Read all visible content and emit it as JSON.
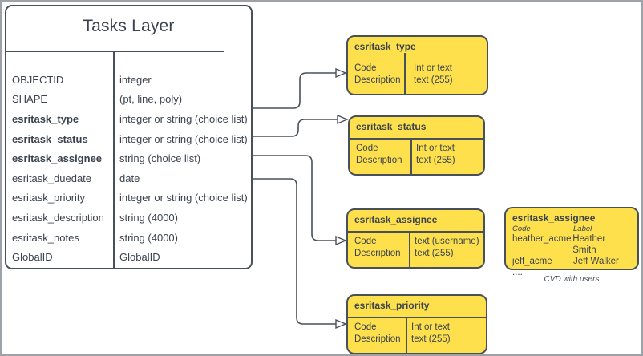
{
  "colors": {
    "yellow": "#fde04c",
    "stroke": "#485059",
    "frame_border": "#9da2a8",
    "background": "#ffffff"
  },
  "tasks_layer": {
    "title": "Tasks Layer",
    "fields": [
      {
        "name": "OBJECTID",
        "type": "integer",
        "bold": false
      },
      {
        "name": "SHAPE",
        "type": "(pt, line, poly)",
        "bold": false
      },
      {
        "name": "esritask_type",
        "type": "integer or string (choice list)",
        "bold": true
      },
      {
        "name": "esritask_status",
        "type": "integer or string (choice list)",
        "bold": true
      },
      {
        "name": "esritask_assignee",
        "type": "string (choice list)",
        "bold": true
      },
      {
        "name": "esritask_duedate",
        "type": "date",
        "bold": false
      },
      {
        "name": "esritask_priority",
        "type": "integer or string (choice list)",
        "bold": false
      },
      {
        "name": "esritask_description",
        "type": "string (4000)",
        "bold": false
      },
      {
        "name": "esritask_notes",
        "type": "string (4000)",
        "bold": false
      },
      {
        "name": "GlobalID",
        "type": "GlobalID",
        "bold": false
      }
    ]
  },
  "domain_tables": [
    {
      "title": "esritask_type",
      "left": [
        "Code",
        "Description"
      ],
      "right": [
        "Int or text",
        "text (255)"
      ]
    },
    {
      "title": "esritask_status",
      "left": [
        "Code",
        "Description"
      ],
      "right": [
        "Int or text",
        "text (255)"
      ]
    },
    {
      "title": "esritask_assignee",
      "left": [
        "Code",
        "Description"
      ],
      "right": [
        "text (username)",
        "text (255)"
      ]
    },
    {
      "title": "esritask_priority",
      "left": [
        "Code",
        "Description"
      ],
      "right": [
        "Int or text",
        "text (255)"
      ]
    }
  ],
  "cvd_table": {
    "title": "esritask_assignee",
    "col_headers": [
      "Code",
      "Label"
    ],
    "rows": [
      {
        "code": "heather_acme",
        "label": "Heather Smith"
      },
      {
        "code": "jeff_acme",
        "label": "Jeff Walker"
      }
    ],
    "ellipsis": "....",
    "caption": "CVD with users"
  }
}
